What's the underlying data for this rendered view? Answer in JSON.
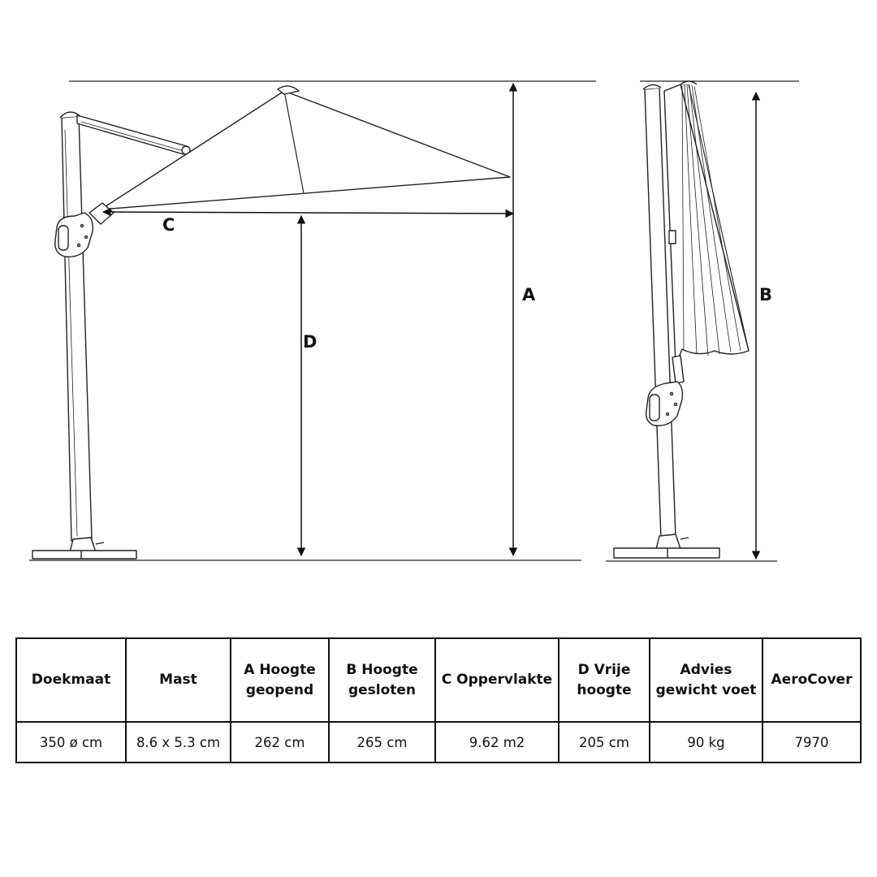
{
  "diagram": {
    "labels": {
      "a": "A",
      "b": "B",
      "c": "C",
      "d": "D"
    }
  },
  "table": {
    "headers": [
      "Doekmaat",
      "Mast",
      "A Hoogte geopend",
      "B Hoogte gesloten",
      "C Oppervlakte",
      "D Vrije hoogte",
      "Advies gewicht voet",
      "AeroCover"
    ],
    "values": [
      "350 ø cm",
      "8.6 x 5.3 cm",
      "262 cm",
      "265 cm",
      "9.62 m2",
      "205 cm",
      "90 kg",
      "7970"
    ]
  }
}
